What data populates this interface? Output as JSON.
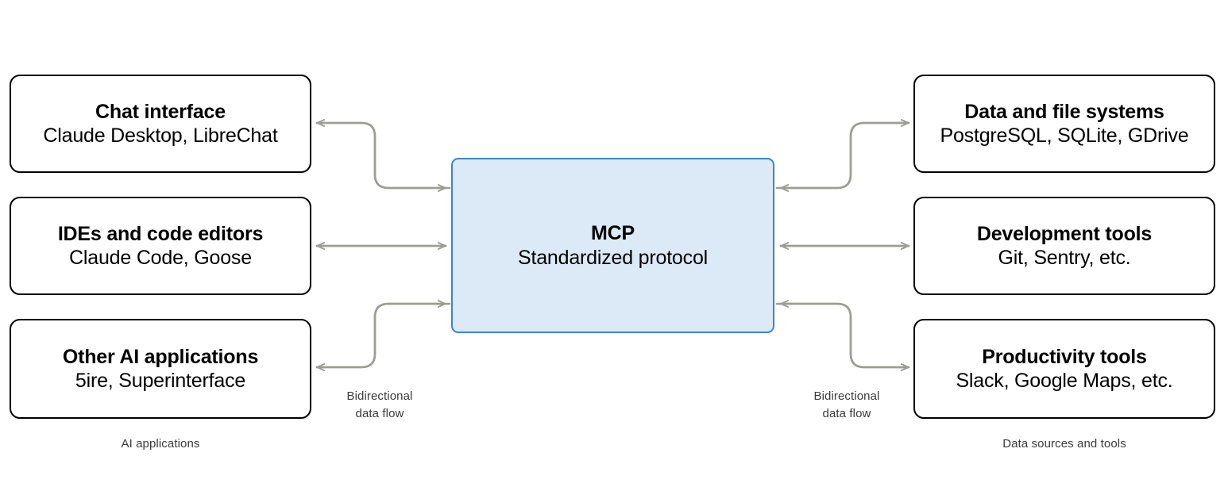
{
  "diagram": {
    "center": {
      "title": "MCP",
      "subtitle": "Standardized protocol",
      "fill_color": "#dce9f7",
      "border_color": "#3d85c6"
    },
    "left_group": {
      "caption": "AI applications",
      "flow_label_line1": "Bidirectional",
      "flow_label_line2": "data flow",
      "nodes": [
        {
          "title": "Chat interface",
          "subtitle": "Claude Desktop, LibreChat"
        },
        {
          "title": "IDEs and code editors",
          "subtitle": "Claude Code, Goose"
        },
        {
          "title": "Other AI applications",
          "subtitle": "5ire, Superinterface"
        }
      ]
    },
    "right_group": {
      "caption": "Data sources and tools",
      "flow_label_line1": "Bidirectional",
      "flow_label_line2": "data flow",
      "nodes": [
        {
          "title": "Data and file systems",
          "subtitle": "PostgreSQL, SQLite, GDrive"
        },
        {
          "title": "Development tools",
          "subtitle": "Git, Sentry, etc."
        },
        {
          "title": "Productivity tools",
          "subtitle": "Slack, Google Maps, etc."
        }
      ]
    },
    "connectors": {
      "stroke_color": "#9d9d96",
      "arrow_color": "#9d9d96",
      "description": "bidirectional data flow between AI applications, MCP and data sources"
    }
  }
}
